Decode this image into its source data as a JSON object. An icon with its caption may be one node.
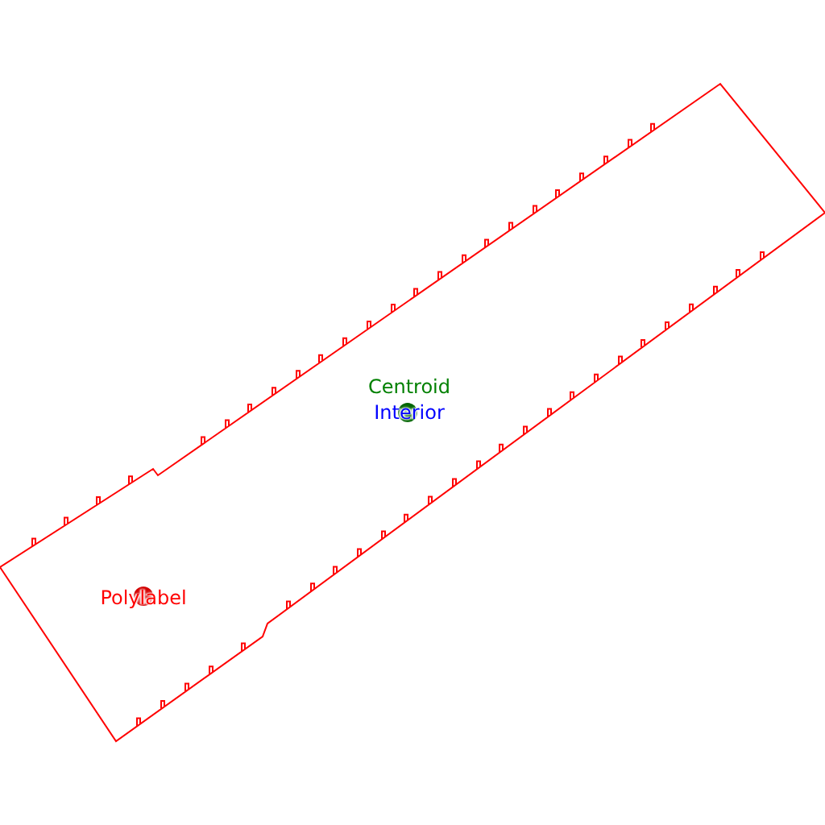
{
  "diagram": {
    "labels": [
      "Centroid",
      "Interior",
      "Polylabel"
    ]
  }
}
